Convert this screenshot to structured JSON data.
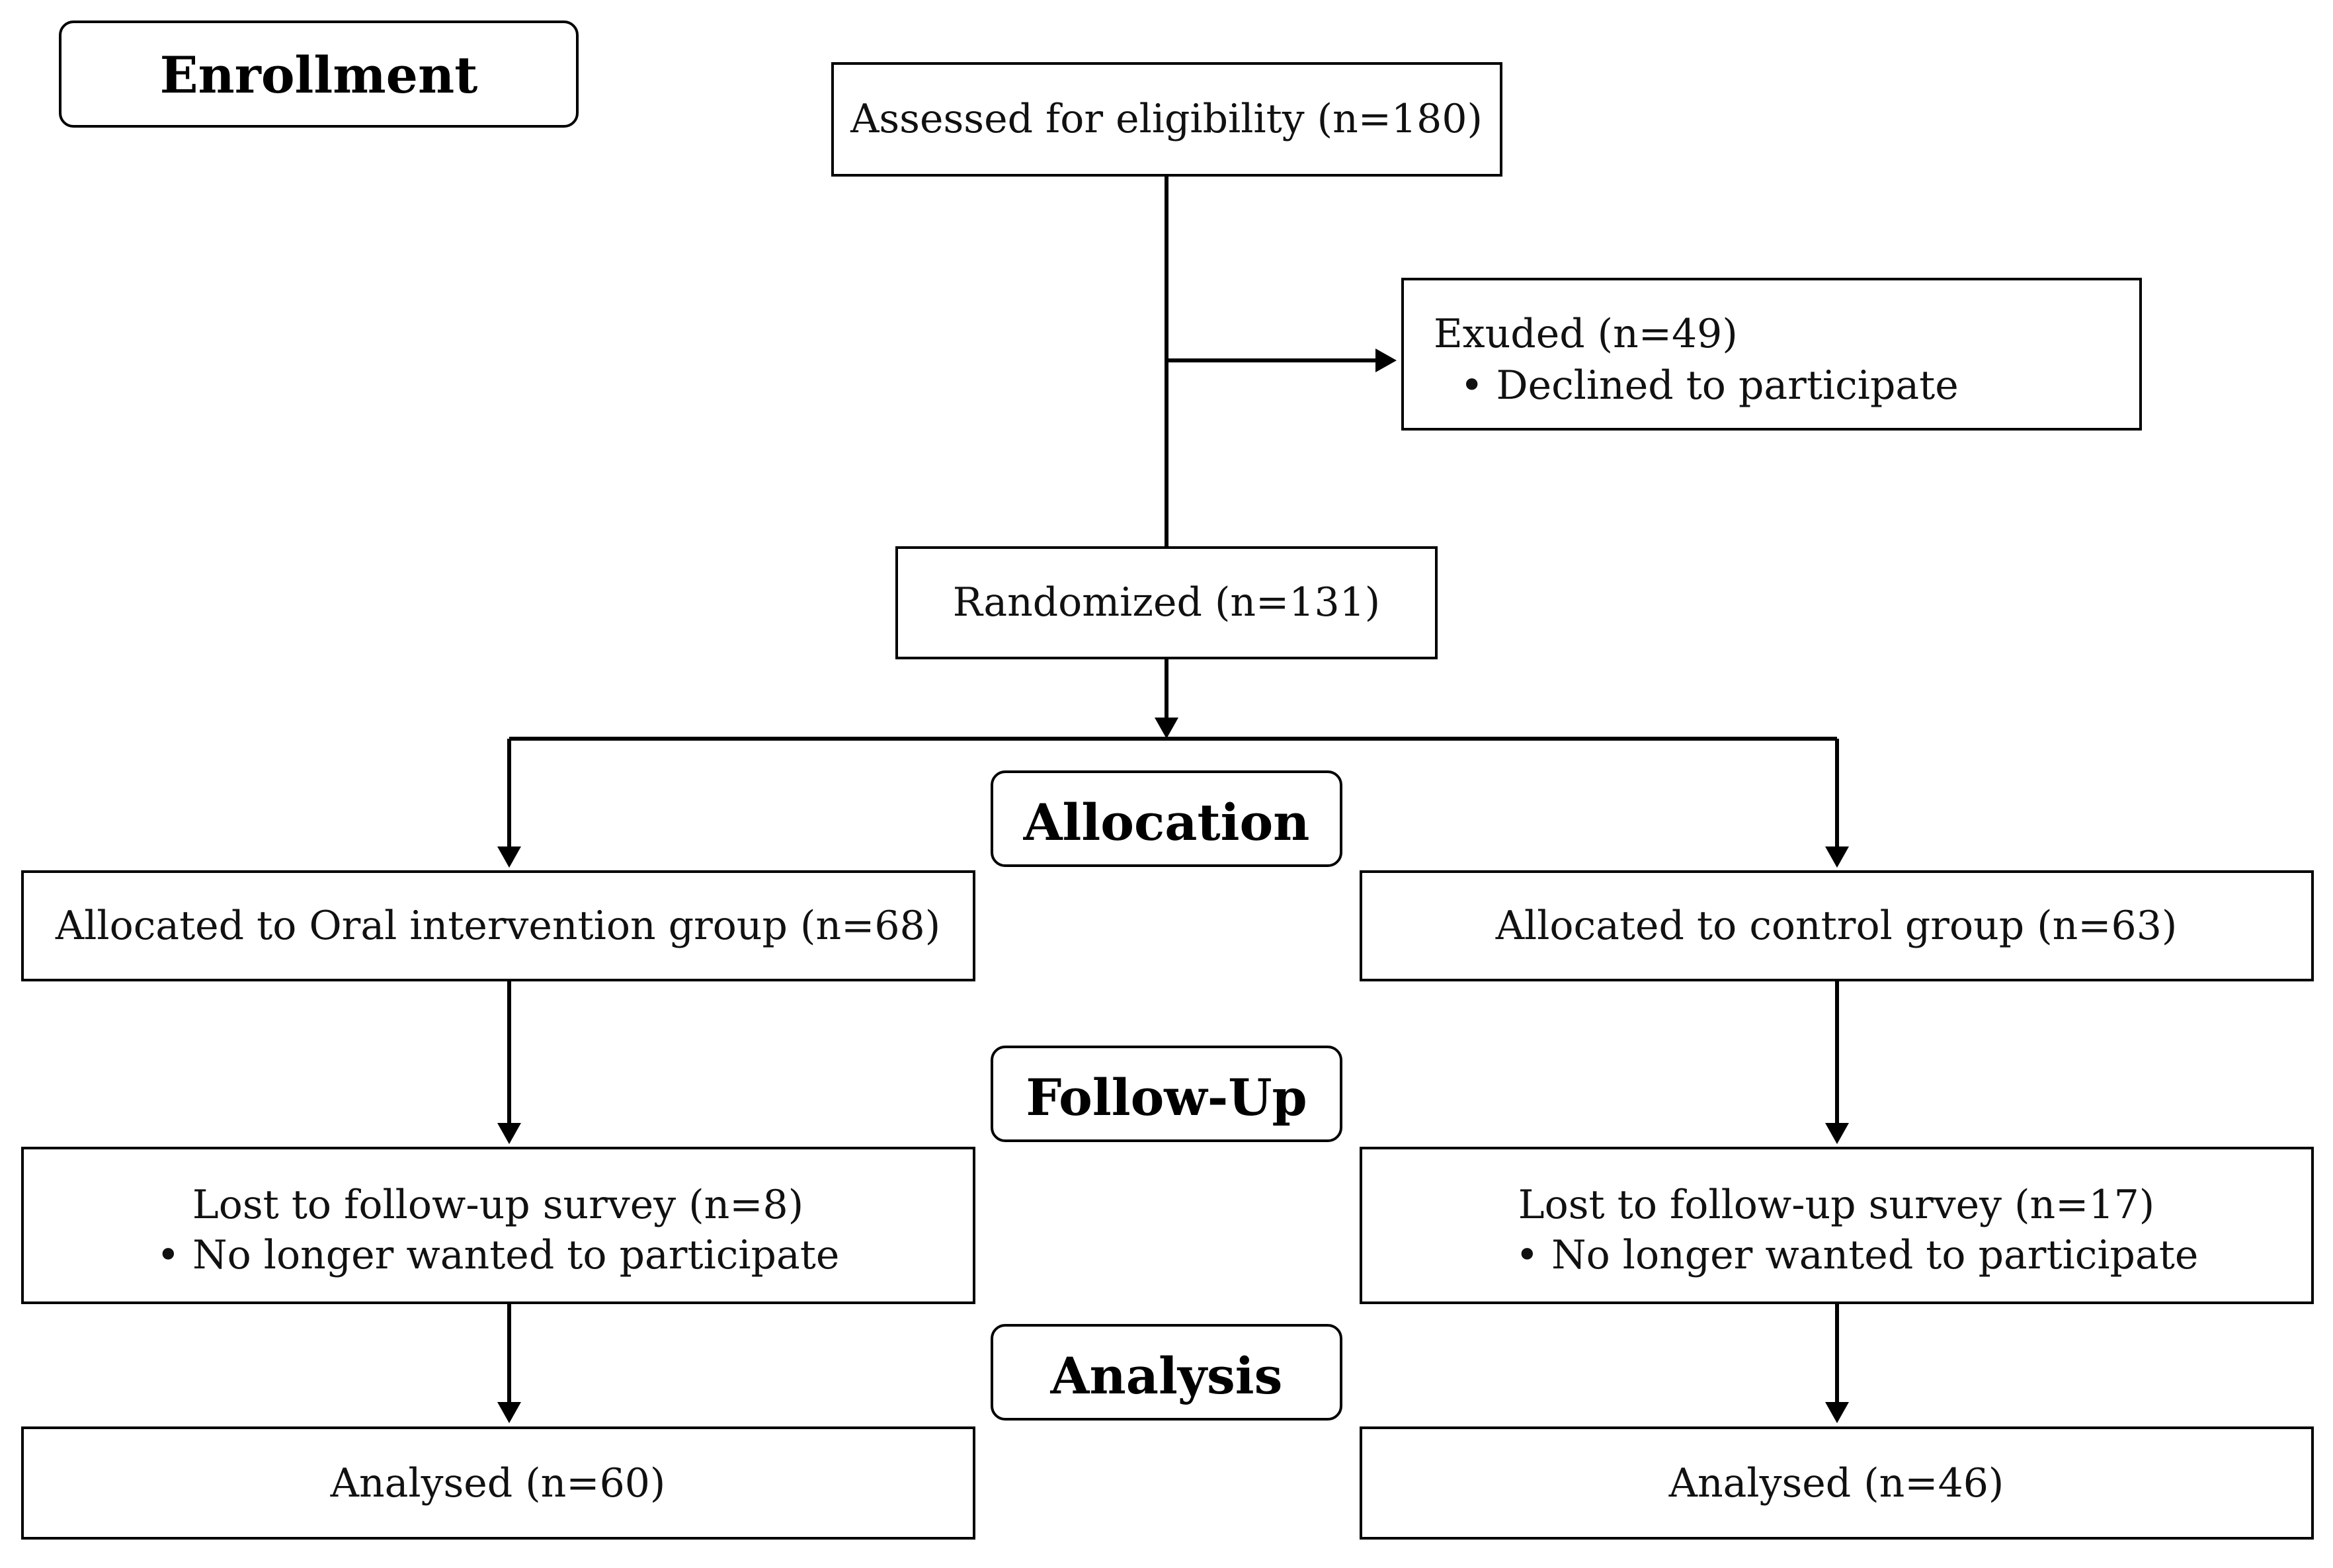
{
  "stages": {
    "enrollment": "Enrollment",
    "allocation": "Allocation",
    "follow_up": "Follow-Up",
    "analysis": "Analysis"
  },
  "boxes": {
    "assessed": "Assessed for eligibility (n=180)",
    "excluded_title": "Exuded  (n=49)",
    "excluded_reason": "• Declined to participate",
    "randomized": "Randomized (n=131)",
    "allocated_oral": "Allocated to Oral intervention group (n=68)",
    "allocated_control": "Allocated to control group (n=63)",
    "lost_oral_title": "Lost to follow-up survey (n=8)",
    "lost_oral_reason": "• No longer wanted to participate",
    "lost_control_title": "Lost to follow-up survey (n=17)",
    "lost_control_reason": "• No longer wanted to participate",
    "analysed_oral": "Analysed  (n=60)",
    "analysed_control": "Analysed  (n=46)"
  },
  "colors": {
    "line": "#000000",
    "background": "#ffffff"
  }
}
